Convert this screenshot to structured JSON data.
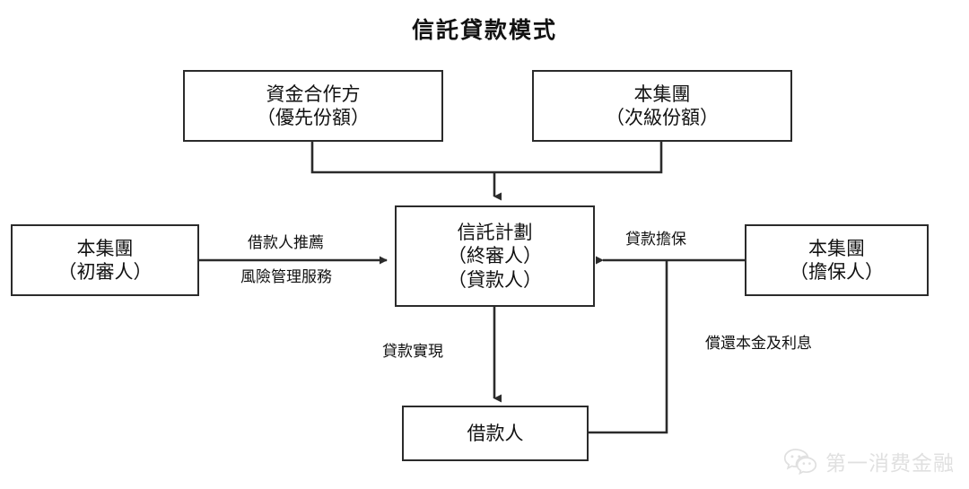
{
  "title": "信託貸款模式",
  "nodes": {
    "funding_partner": {
      "line1": "資金合作方",
      "line2": "（優先份額）"
    },
    "group_junior": {
      "line1": "本集團",
      "line2": "（次級份額）"
    },
    "group_first_review": {
      "line1": "本集團",
      "line2": "（初審人）"
    },
    "trust_plan": {
      "line1": "信託計劃",
      "line2": "（終審人）",
      "line3": "（貸款人）"
    },
    "group_guarantor": {
      "line1": "本集團",
      "line2": "（擔保人）"
    },
    "borrower": {
      "line1": "借款人"
    }
  },
  "edge_labels": {
    "borrower_referral": "借款人推薦",
    "risk_management_service": "風險管理服務",
    "loan_guarantee": "貸款擔保",
    "loan_disbursement": "貸款實現",
    "repay_principal_interest": "償還本金及利息"
  },
  "watermark": {
    "text": "第一消费金融",
    "icon": "wechat-icon"
  },
  "colors": {
    "stroke": "#2b2b2b",
    "text": "#111111",
    "background": "#ffffff",
    "watermark": "#9a9a9a"
  }
}
